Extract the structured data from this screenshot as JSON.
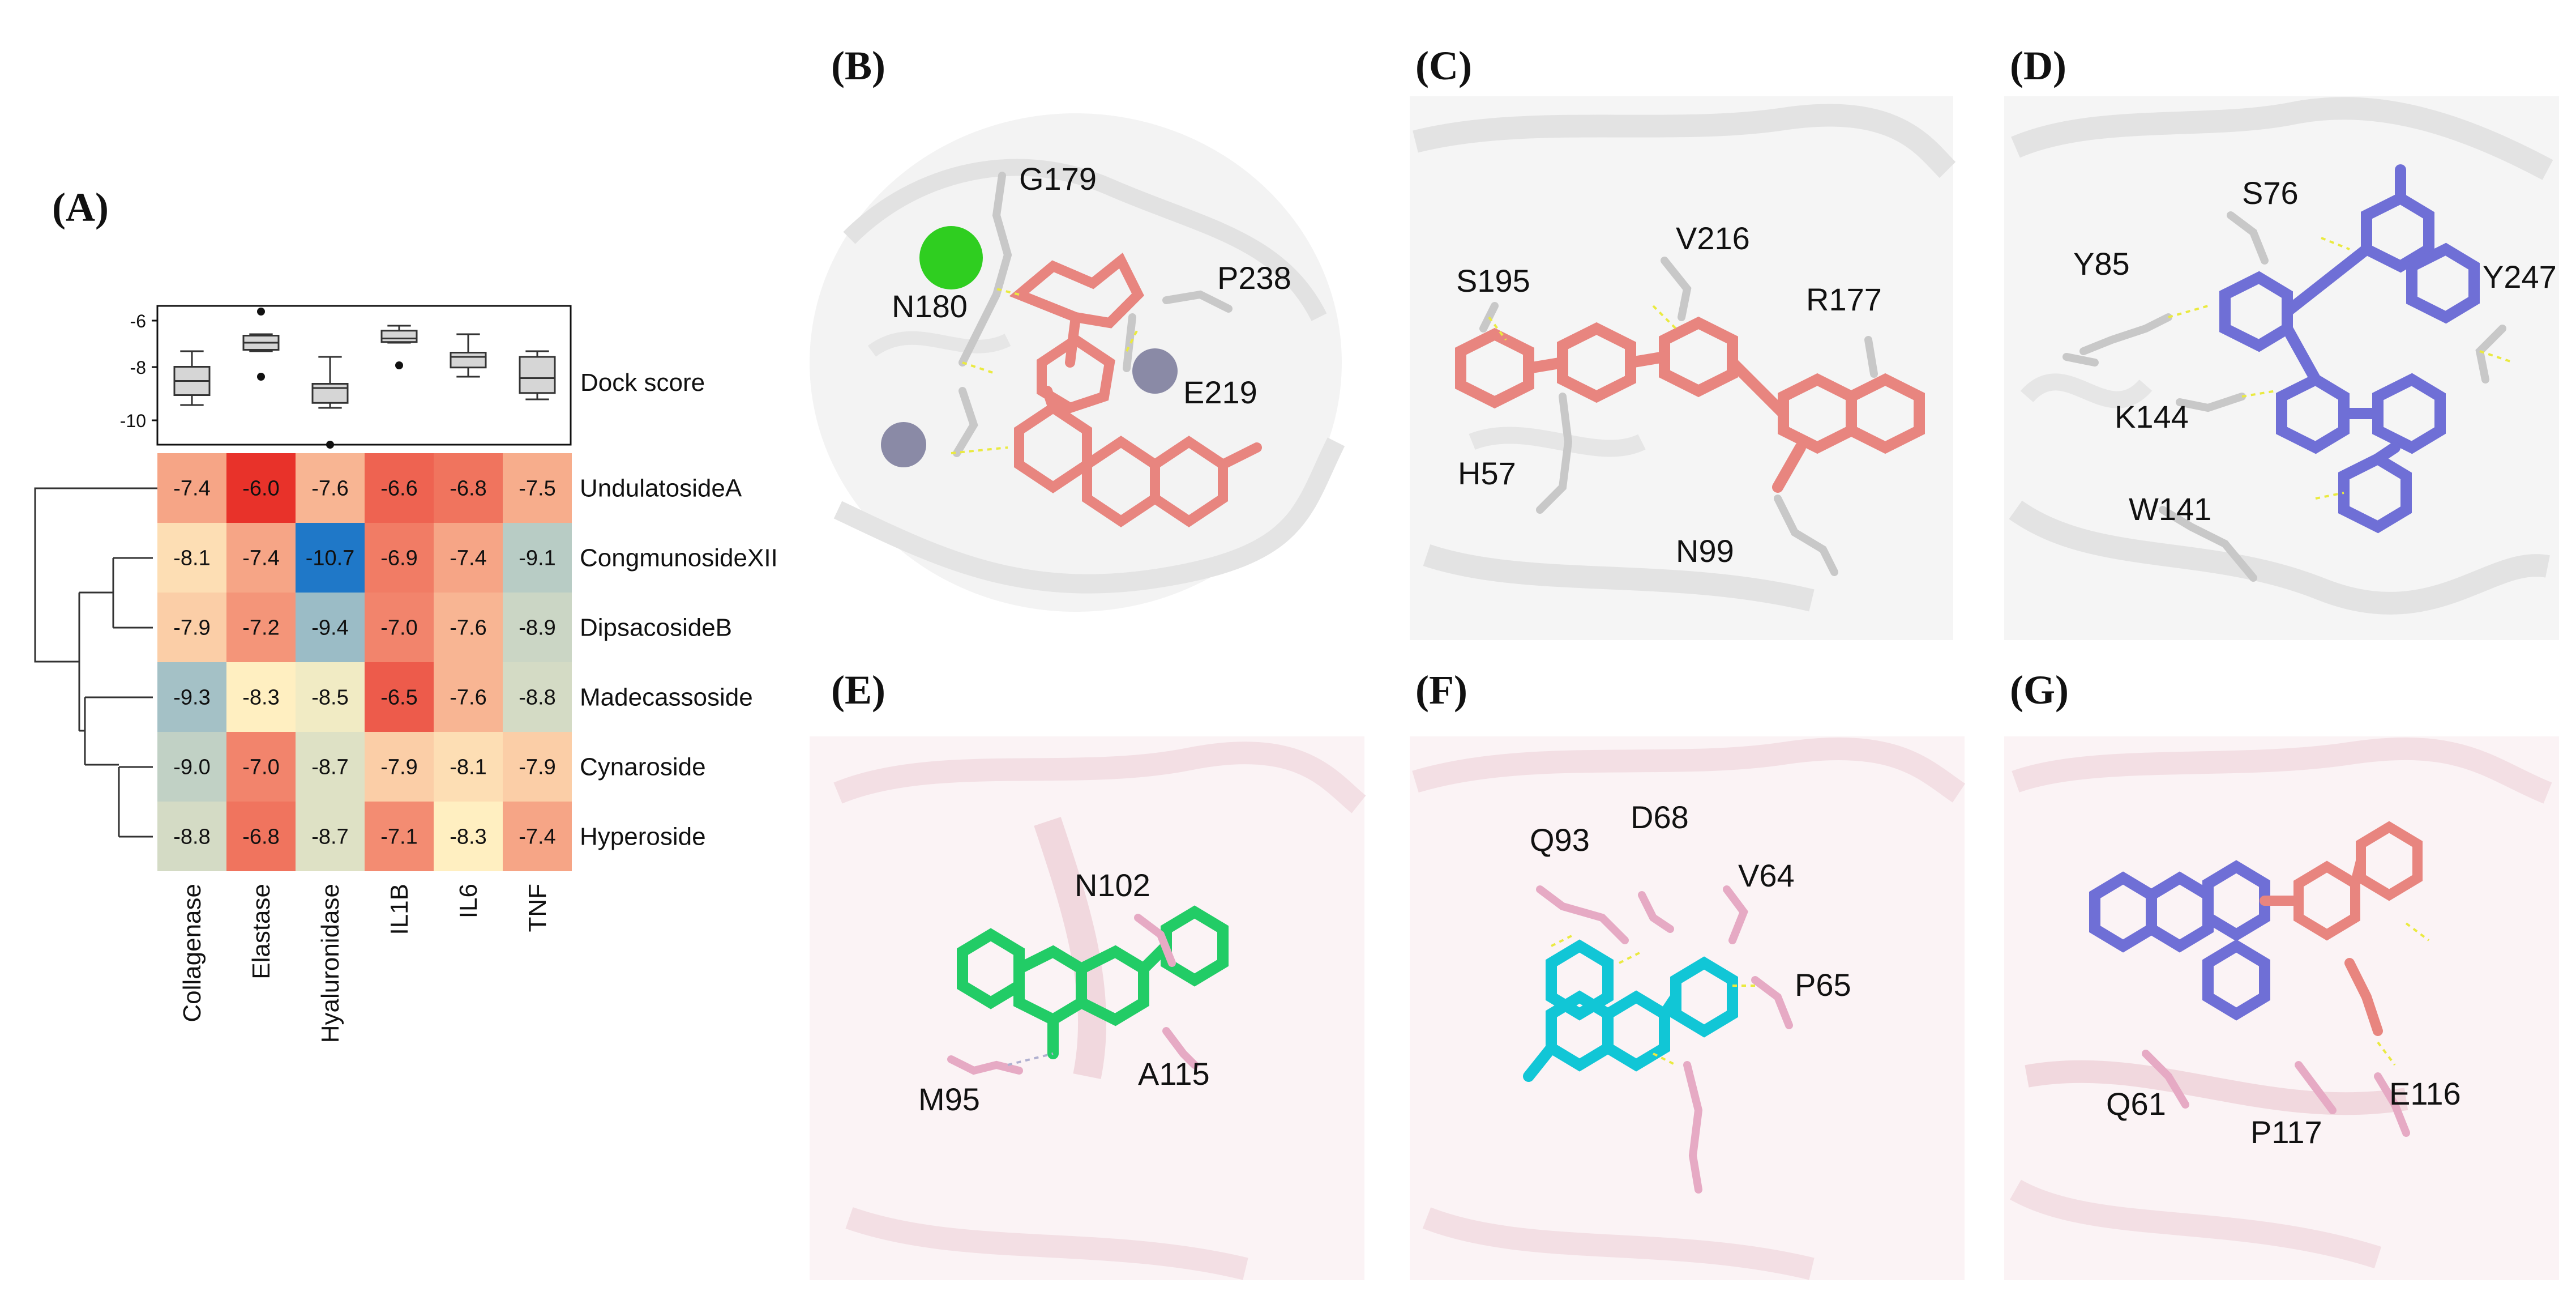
{
  "panels": {
    "A": "(A)",
    "B": "(B)",
    "C": "(C)",
    "D": "(D)",
    "E": "(E)",
    "F": "(F)",
    "G": "(G)"
  },
  "boxplot": {
    "label": "Dock score",
    "yticks": [
      "-6",
      "-8",
      "-10"
    ]
  },
  "chart_data": {
    "type": "heatmap",
    "rows": [
      "UndulatosideA",
      "CongmunosideXII",
      "DipsacosideB",
      "Madecassoside",
      "Cynaroside",
      "Hyperoside"
    ],
    "columns": [
      "Collagenase",
      "Elastase",
      "Hyaluronidase",
      "IL1B",
      "IL6",
      "TNF"
    ],
    "values": [
      [
        -7.4,
        -6.0,
        -7.6,
        -6.6,
        -6.8,
        -7.5
      ],
      [
        -8.1,
        -7.4,
        -10.7,
        -6.9,
        -7.4,
        -9.1
      ],
      [
        -7.9,
        -7.2,
        -9.4,
        -7.0,
        -7.6,
        -8.9
      ],
      [
        -9.3,
        -8.3,
        -8.5,
        -6.5,
        -7.6,
        -8.8
      ],
      [
        -9.0,
        -7.0,
        -8.7,
        -7.9,
        -8.1,
        -7.9
      ],
      [
        -8.8,
        -6.8,
        -8.7,
        -7.1,
        -8.3,
        -7.4
      ]
    ],
    "value_labels": [
      [
        "-7.4",
        "-6.0",
        "-7.6",
        "-6.6",
        "-6.8",
        "-7.5"
      ],
      [
        "-8.1",
        "-7.4",
        "-10.7",
        "-6.9",
        "-7.4",
        "-9.1"
      ],
      [
        "-7.9",
        "-7.2",
        "-9.4",
        "-7.0",
        "-7.6",
        "-8.9"
      ],
      [
        "-9.3",
        "-8.3",
        "-8.5",
        "-6.5",
        "-7.6",
        "-8.8"
      ],
      [
        "-9.0",
        "-7.0",
        "-8.7",
        "-7.9",
        "-8.1",
        "-7.9"
      ],
      [
        "-8.8",
        "-6.8",
        "-8.7",
        "-7.1",
        "-8.3",
        "-7.4"
      ]
    ],
    "color_scale": {
      "min": -10.7,
      "max": -6.0,
      "low_color": "#1f78c8",
      "mid_color": "#fff3c4",
      "high_color": "#e8322a"
    },
    "boxplot_ylim": [
      -10.7,
      -5.8
    ]
  },
  "residues": {
    "B": [
      "G179",
      "N180",
      "P238",
      "E219"
    ],
    "C": [
      "S195",
      "V216",
      "R177",
      "H57",
      "N99"
    ],
    "D": [
      "S76",
      "Y85",
      "Y247",
      "K144",
      "W141"
    ],
    "E": [
      "N102",
      "M95",
      "A115"
    ],
    "F": [
      "Q93",
      "D68",
      "V64",
      "P65"
    ],
    "G": [
      "Q61",
      "P117",
      "E116"
    ]
  },
  "colors": {
    "ligand_salmon": "#e8857f",
    "ligand_blue": "#6f6fd6",
    "ligand_green": "#22cc66",
    "ligand_cyan": "#11c6d6",
    "residue_gray": "#c8c8c8",
    "residue_pink": "#e6aac4",
    "protein_gray_bg": "#f1f1f1",
    "protein_pink_bg": "#fbf1f3",
    "ion_green": "#33cc22",
    "ion_gray": "#8c8ca8"
  }
}
